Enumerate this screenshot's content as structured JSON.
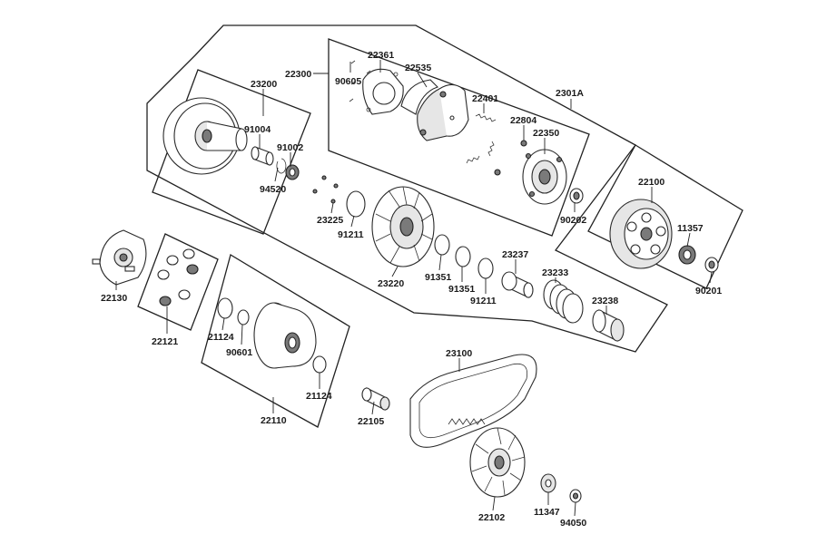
{
  "labels": {
    "p23200": "23200",
    "p22300": "22300",
    "p22361": "22361",
    "p22535": "22535",
    "p90605": "90605",
    "p2301A": "2301A",
    "p22401": "22401",
    "p22804": "22804",
    "p22350": "22350",
    "p91004": "91004",
    "p91002": "91002",
    "p94520": "94520",
    "p22100": "22100",
    "p90202": "90202",
    "p11357": "11357",
    "p90201": "90201",
    "p23225": "23225",
    "p91211a": "91211",
    "p22130": "22130",
    "p91351a": "91351",
    "p91351b": "91351",
    "p23237": "23237",
    "p23233": "23233",
    "p23220": "23220",
    "p91211b": "91211",
    "p23238": "23238",
    "p22121": "22121",
    "p21124a": "21124",
    "p90601": "90601",
    "p23100": "23100",
    "p21124b": "21124",
    "p22110": "22110",
    "p22105": "22105",
    "p22102": "22102",
    "p11347": "11347",
    "p94050": "94050"
  },
  "colors": {
    "line": "#222222",
    "part_fill": "#ffffff",
    "shade": "#7a7a7a"
  }
}
